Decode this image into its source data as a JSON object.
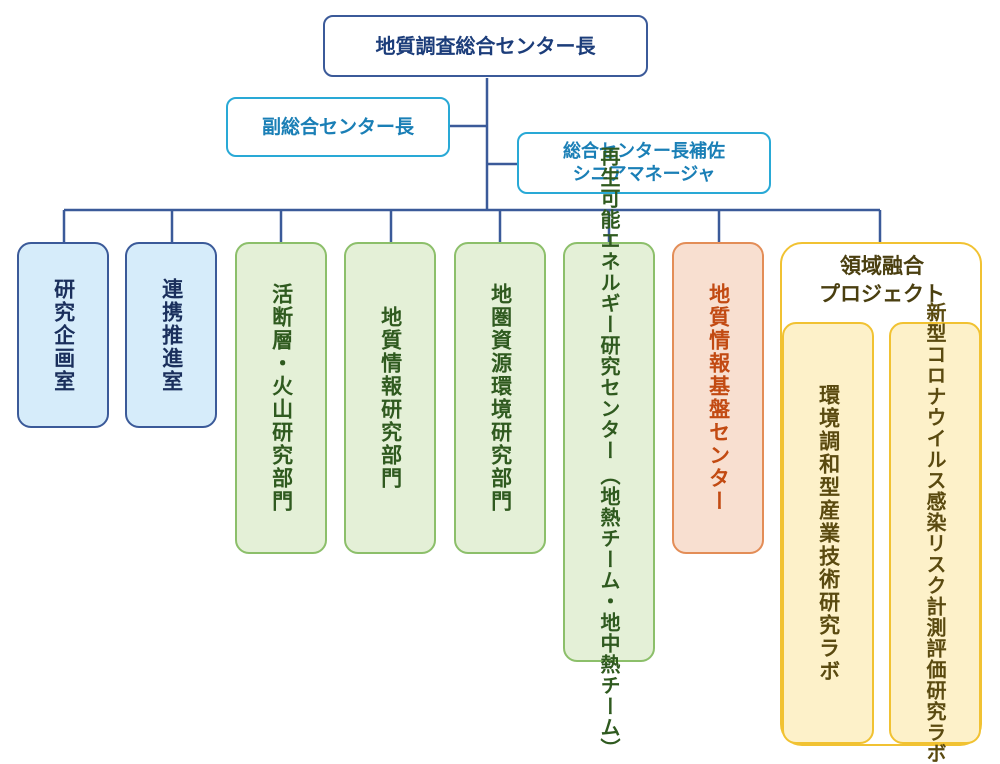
{
  "chart": {
    "head": "地質調査総合センター長",
    "vice": "副総合センター長",
    "assistant": [
      "総合センター長補佐",
      "シニアマネージャ"
    ],
    "units": [
      {
        "label": "研究企画室",
        "color": "blue"
      },
      {
        "label": "連携推進室",
        "color": "blue"
      },
      {
        "label": "活断層・火山研究部門",
        "color": "green"
      },
      {
        "label": "地質情報研究部門",
        "color": "green"
      },
      {
        "label": "地圏資源環境研究部門",
        "color": "green"
      },
      {
        "label": "再生可能エネルギー研究センター",
        "sub": "（地熱チーム・地中熱チーム）",
        "color": "green"
      },
      {
        "label": "地質情報基盤センター",
        "color": "orange"
      }
    ],
    "project": {
      "title": [
        "領域融合",
        "プロジェクト"
      ],
      "labs": [
        "環境調和型産業技術研究ラボ",
        "新型コロナウイルス感染リスク計測評価研究ラボ"
      ]
    }
  },
  "colors": {
    "line": "#3b5a99",
    "head_border": "#3b5a99",
    "vice_border": "#29a9d6",
    "blue_fill": "#d6ecfa",
    "green_fill": "#e4f0d7",
    "orange_fill": "#f8dfd0",
    "yellow_fill": "#fdf1c9"
  }
}
